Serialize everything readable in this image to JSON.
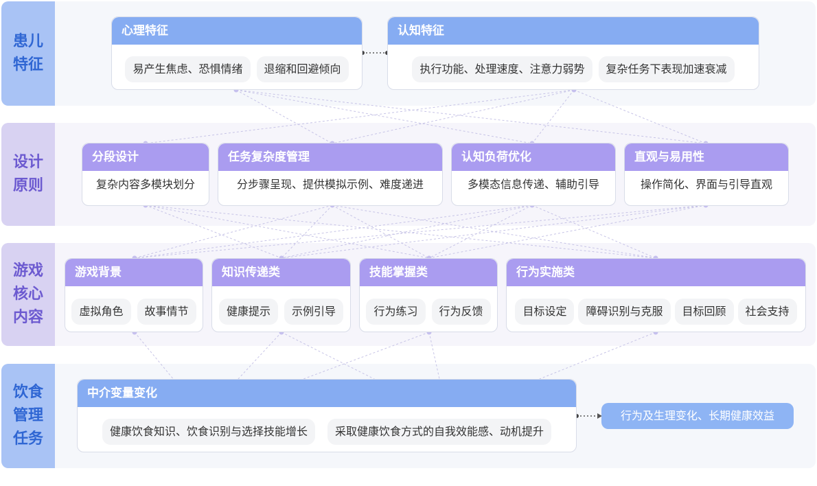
{
  "bands": [
    {
      "label": "患儿特征"
    },
    {
      "label": "设计原则"
    },
    {
      "label": "游戏核心内容"
    },
    {
      "label": "饮食管理任务"
    }
  ],
  "patient": {
    "psych": {
      "title": "心理特征",
      "items": [
        "易产生焦虑、恐惧情绪",
        "退缩和回避倾向"
      ]
    },
    "cog": {
      "title": "认知特征",
      "items": [
        "执行功能、处理速度、注意力弱势",
        "复杂任务下表现加速衰减"
      ]
    }
  },
  "design": [
    {
      "title": "分段设计",
      "text": "复杂内容多模块划分"
    },
    {
      "title": "任务复杂度管理",
      "text": "分步骤呈现、提供模拟示例、难度递进"
    },
    {
      "title": "认知负荷优化",
      "text": "多模态信息传递、辅助引导"
    },
    {
      "title": "直观与易用性",
      "text": "操作简化、界面与引导直观"
    }
  ],
  "content": [
    {
      "title": "游戏背景",
      "items": [
        "虚拟角色",
        "故事情节"
      ]
    },
    {
      "title": "知识传递类",
      "items": [
        "健康提示",
        "示例引导"
      ]
    },
    {
      "title": "技能掌握类",
      "items": [
        "行为练习",
        "行为反馈"
      ]
    },
    {
      "title": "行为实施类",
      "items": [
        "目标设定",
        "障碍识别与克服",
        "目标回顾",
        "社会支持"
      ]
    }
  ],
  "task": {
    "title": "中介变量变化",
    "items": [
      "健康饮食知识、饮食识别与选择技能增长",
      "采取健康饮食方式的自我效能感、动机提升"
    ],
    "outcome": "行为及生理变化、长期健康效益"
  },
  "colors": {
    "blue_accent": "#86acf2",
    "purple_accent": "#aa9cf0",
    "blue_label": "#2f66d3",
    "purple_label": "#6c5ad0"
  }
}
